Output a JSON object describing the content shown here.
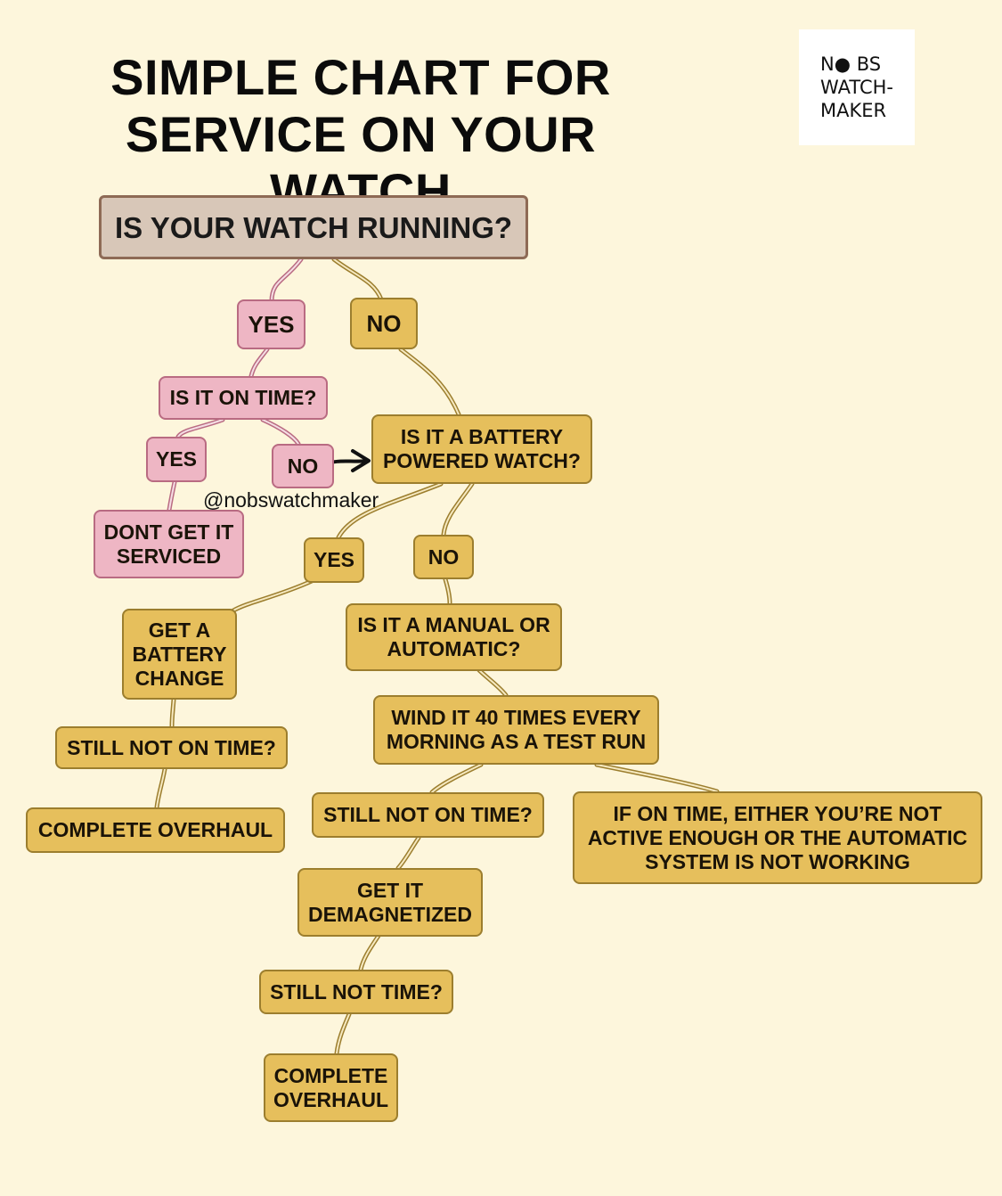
{
  "title": {
    "line1": "SIMPLE CHART FOR",
    "line2": "SERVICE ON YOUR WATCH"
  },
  "logo": {
    "line1": "N● BS",
    "line2": "WATCH-",
    "line3": "MAKER"
  },
  "handle": "@nobswatchmaker",
  "colors": {
    "background": "#fdf6dc",
    "gold_node": "#e6bf5c",
    "pink_node": "#eeb6c4",
    "root_node": "#d8c7b8"
  },
  "nodes": {
    "root": "IS YOUR WATCH RUNNING?",
    "yes1": "YES",
    "no1": "NO",
    "on_time": "IS IT ON TIME?",
    "yes2": "YES",
    "no2": "NO",
    "dont_service": "DONT GET IT SERVICED",
    "battery_q": "IS IT A BATTERY POWERED WATCH?",
    "yes3": "YES",
    "no3": "NO",
    "battery_change": "GET A BATTERY CHANGE",
    "still_left": "STILL NOT ON TIME?",
    "overhaul_left": "COMPLETE OVERHAUL",
    "manual_auto": "IS IT A MANUAL OR AUTOMATIC?",
    "wind": "WIND IT 40 TIMES EVERY MORNING AS A TEST RUN",
    "still_mid": "STILL NOT ON TIME?",
    "if_on_time": "IF ON TIME, EITHER YOU’RE NOT ACTIVE ENOUGH OR THE AUTOMATIC SYSTEM IS NOT WORKING",
    "demag": "GET IT DEMAGNETIZED",
    "still_time": "STILL NOT TIME?",
    "overhaul_bottom": "COMPLETE OVERHAUL"
  }
}
